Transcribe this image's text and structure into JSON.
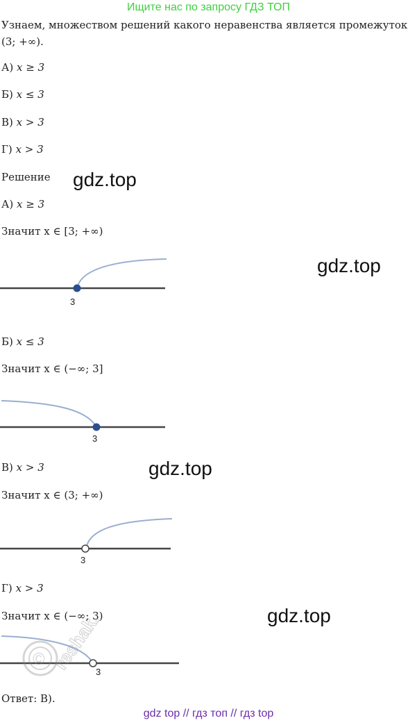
{
  "header": {
    "text": "Ищите нас по запросу ГДЗ ТОП"
  },
  "task": {
    "text": "Узнаем, множеством решений какого неравенства является промежуток (3; +∞)."
  },
  "options": [
    {
      "label": "А)",
      "expr": "x ≥ 3"
    },
    {
      "label": "Б)",
      "expr": "x ≤ 3"
    },
    {
      "label": "В)",
      "expr": "x > 3"
    },
    {
      "label": "Г)",
      "expr": "x > 3"
    }
  ],
  "solution": {
    "title": "Решение",
    "parts": [
      {
        "label": "А)",
        "expr": "x ≥ 3",
        "means": "Значит",
        "interval": "x ∈ [3; +∞)",
        "tick": "3",
        "point": "filled",
        "direction": "right"
      },
      {
        "label": "Б)",
        "expr": "x ≤ 3",
        "means": "Значит",
        "interval": "x ∈ (−∞; 3]",
        "tick": "3",
        "point": "filled",
        "direction": "left"
      },
      {
        "label": "В)",
        "expr": "x > 3",
        "means": "Значит",
        "interval": "x ∈ (3; +∞)",
        "tick": "3",
        "point": "open",
        "direction": "right"
      },
      {
        "label": "Г)",
        "expr": "x > 3",
        "means": "Значит",
        "interval": "x ∈ (−∞; 3)",
        "tick": "3",
        "point": "open",
        "direction": "left"
      }
    ],
    "answer": "Ответ: В)."
  },
  "watermarks": [
    "gdz.top",
    "gdz.top",
    "gdz.top",
    "gdz.top"
  ],
  "reshak": {
    "text": "reshak.ru",
    "symbol": "©"
  },
  "footer": {
    "text": "gdz top  //  гдз топ  //  гдз top"
  },
  "colors": {
    "header": "#3fcf3f",
    "footer": "#6a2ea8",
    "curve": "#9aaed0",
    "point": "#2a4f8f",
    "axis": "#444444"
  }
}
